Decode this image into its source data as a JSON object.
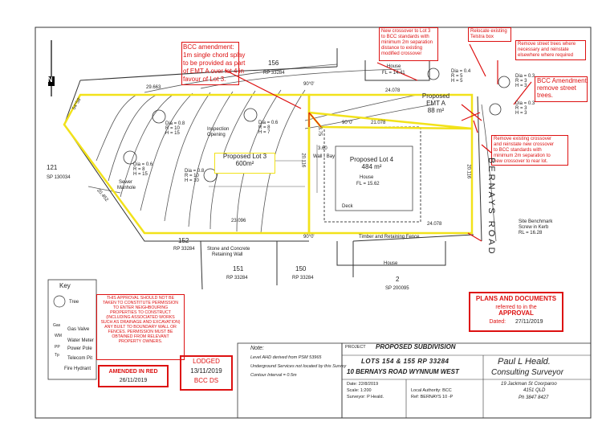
{
  "annotations": {
    "bcc_chord": [
      "BCC amendment:",
      "1m single chord splay",
      "to be provided as part",
      "of EMT A over lot 4 in",
      "favour of Lot 3."
    ],
    "crossover_top": [
      "New crossover to Lot 3",
      "to BCC standards with",
      "minimum 2m separation",
      "distance to existing",
      "modified crossover"
    ],
    "telstra": [
      "Relocate existing",
      "Telstra box"
    ],
    "street_trees_note": [
      "Remove street trees where",
      "necessary and reinstate",
      "elsewhere where required"
    ],
    "bcc_remove": [
      "BCC Amendment:",
      "remove street",
      "trees."
    ],
    "crossover_right": [
      "Remove existing crossover",
      "and reinstate new crossover",
      "to BCC standards with",
      "minimum 2m separation to",
      "new crossover to rear lot."
    ]
  },
  "lots": {
    "lot3": {
      "name": "Proposed Lot 3",
      "area": "600m²"
    },
    "lot4": {
      "name": "Proposed Lot 4",
      "area": "484 m²"
    },
    "emt": {
      "name": "Proposed",
      "name2": "EMT A",
      "area": "88 m²"
    }
  },
  "plan_labels": {
    "lot156": "156",
    "rp156": "RP 33284",
    "lot121": "121",
    "sp121": "SP 130034",
    "lot152": "152",
    "rp152": "RP 33284",
    "lot151": "151",
    "rp151": "RP 33284",
    "lot150": "150",
    "rp150": "RP 33284",
    "lot2": "2",
    "sp2": "SP 200095",
    "house_top": "House",
    "house_top_fl": "FL = 14.41",
    "house_lot4": "House",
    "house_lot4_fl": "FL = 15.62",
    "house_bottom": "House",
    "deck": "Deck",
    "road": "BERNAYS ROAD",
    "north": "N",
    "inspection": [
      "Inspection",
      "Opening"
    ],
    "sewer": [
      "Sewer",
      "Manhole"
    ],
    "wall_bay": "Wall - Bay",
    "stone_wall": [
      "Stone and Concrete",
      "Retaining Wall"
    ],
    "timber_wall": "Timber      and      Retaining      Fence",
    "benchmark": [
      "Site Benchmark",
      "Screw in Kerb",
      "RL = 16.28"
    ],
    "dims": {
      "d1": "29.663",
      "d2": "24.078",
      "d3": "21.078",
      "d4": "23.096",
      "d5": "24.078",
      "d6": "20.116",
      "d7": "3.75",
      "d8": "3.60",
      "d9": "20.116",
      "d10": "54°58'",
      "d11": "20.452"
    },
    "angles": {
      "a1": "90°0'",
      "a2": "90°0'",
      "a3": "90°0'"
    },
    "trees": [
      {
        "dia": "Dia = 0.8",
        "r": "R = 10",
        "h": "H = 15"
      },
      {
        "dia": "Dia = 0.6",
        "r": "R = 8",
        "h": "H = 15"
      },
      {
        "dia": "Dia = 0.8",
        "r": "R = 10",
        "h": "H = 10"
      },
      {
        "dia": "Dia = 0.6",
        "r": "R = 8",
        "h": "H = 7"
      },
      {
        "dia": "Dia = 0.4",
        "r": "R = 5",
        "h": "H = 5"
      },
      {
        "dia": "Dia = 0.3",
        "r": "R = 3",
        "h": "H = 3"
      },
      {
        "dia": "Dia = 0.3",
        "r": "R = 3",
        "h": "H = 3"
      }
    ]
  },
  "key": {
    "title": "Key",
    "items": [
      "Tree",
      "Gas Valve",
      "Water Meter",
      "Power Pole",
      "Telecom Pit",
      "Fire Hydrant"
    ],
    "codes": [
      "Gas",
      "WM",
      "PP",
      "Tp"
    ]
  },
  "permission_note": [
    "THIS APPROVAL SHOULD NOT BE",
    "TAKEN TO CONSTITUTE PERMISSION",
    "TO ENTER NEIGHBOURING",
    "PROPERTIES TO CONSTRUCT",
    "(INCLUDING ASSOCIATED WORKS",
    "SUCH AS DRAINAGE AND EXCAVATION)",
    "ANY BUILT TO BOUNDARY WALL OR",
    "FENCES.  PERMISSION MUST BE",
    "OBTAINED FROM RELEVANT",
    "PROPERTY OWNERS."
  ],
  "stamp_plans": {
    "title": "PLANS AND DOCUMENTS",
    "line2": "referred to in the",
    "approval": "APPROVAL",
    "dated_label": "Dated:",
    "dated": "27/11/2019"
  },
  "stamp_amended": {
    "title": "AMENDED IN RED",
    "date": "26/11/2019"
  },
  "stamp_lodged": {
    "title": "LODGED",
    "date": "13/11/2019",
    "org": "BCC DS"
  },
  "notes": {
    "title": "Note:",
    "lines": [
      "Level AHD derived from PSM 53965",
      "Underground Services not located by this Survey",
      "Contour Interval = 0.5m"
    ]
  },
  "title_block": {
    "project_label": "PROJECT",
    "project": "PROPOSED SUBDIVISION",
    "lots": "LOTS 154 & 155 RP 33284",
    "address": "10 BERNAYS ROAD WYNNUM WEST",
    "date": "Date: 22/8/2019",
    "scale": "Scale: 1:200",
    "surveyor": "Surveyor: P Heald.",
    "authority": "Local Authority: BCC",
    "ref": "Ref: BERNAYS 10 -P",
    "firm": "Paul L Heald.",
    "firm2": "Consulting Surveyor",
    "addr1": "19 Jackman St Coorparoo",
    "addr2": "4151 QLD",
    "phone": "Ph 3847 8427"
  }
}
